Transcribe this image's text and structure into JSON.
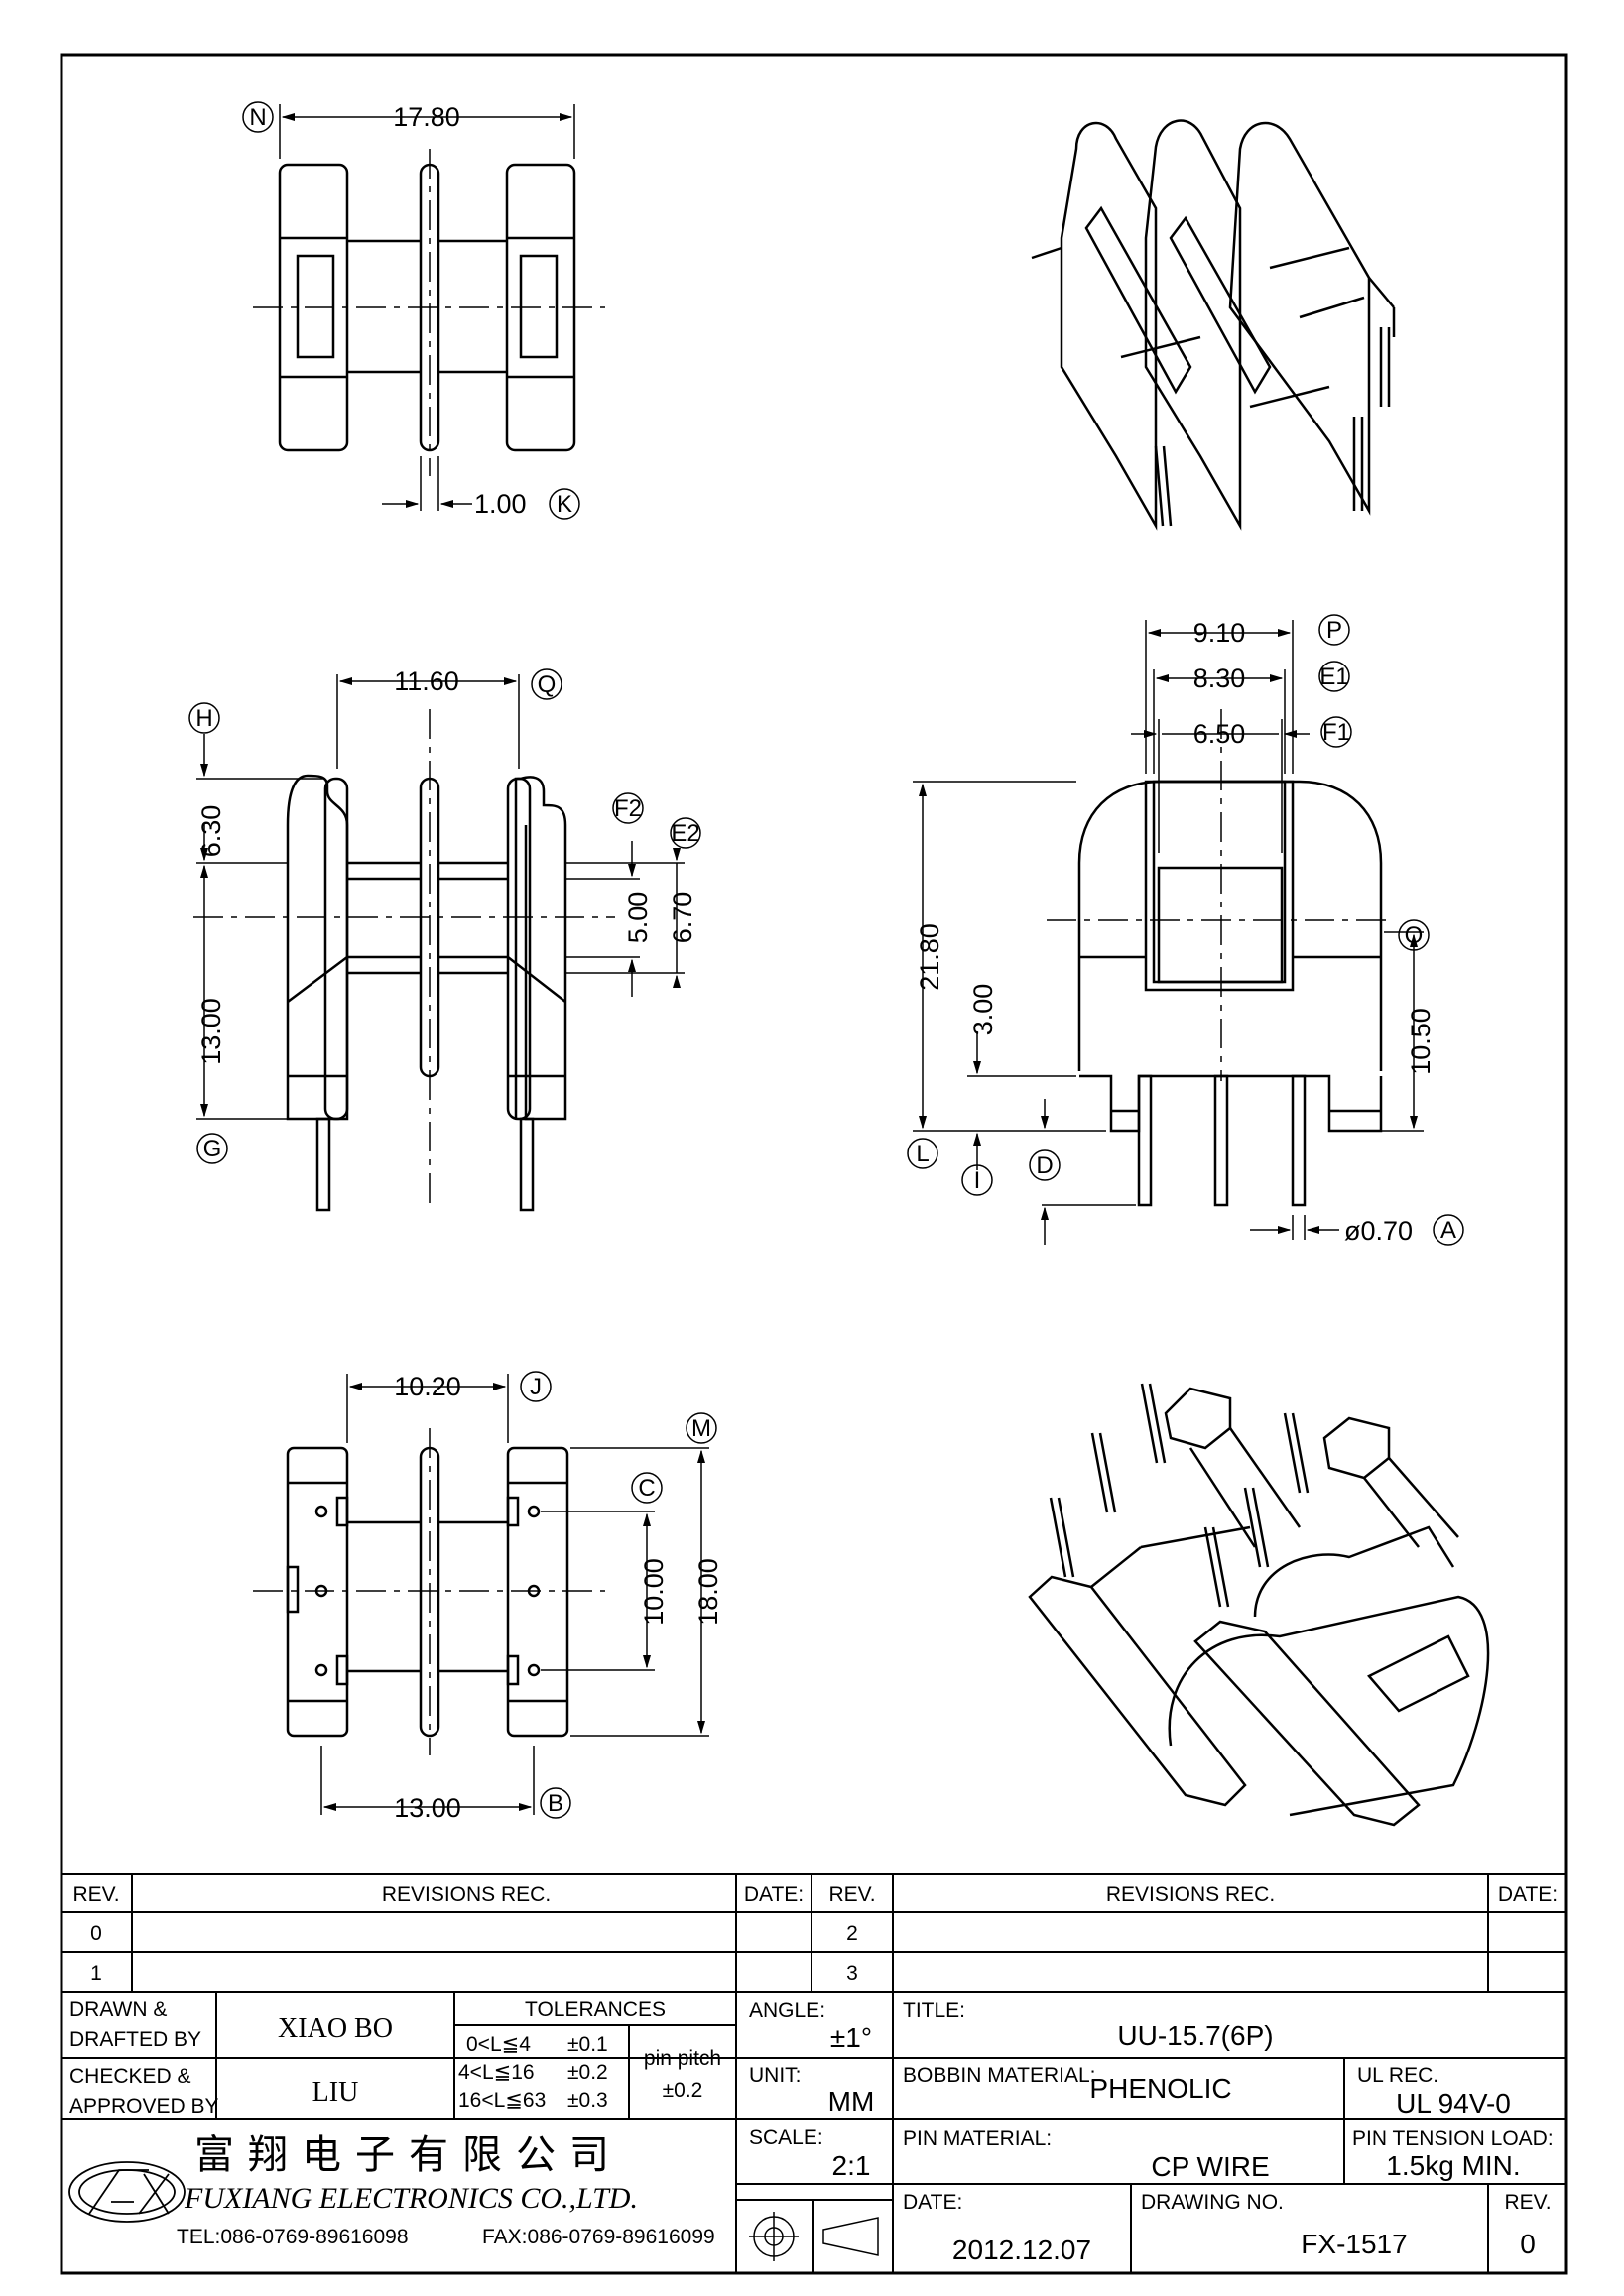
{
  "views": {
    "top": {
      "dim_width": "17.80",
      "dim_flange": "1.00",
      "label_left": "N",
      "label_right": "K"
    },
    "side": {
      "dim_top": "11.60",
      "label_top": "Q",
      "dim_upper": "6.30",
      "label_upper": "H",
      "dim_lower": "13.00",
      "label_lower": "G",
      "dim_core": "5.00",
      "label_core": "F2",
      "dim_core_outer": "6.70",
      "label_core_outer": "E2"
    },
    "front": {
      "dim_w1": "9.10",
      "label_w1": "P",
      "dim_w2": "8.30",
      "label_w2": "E1",
      "dim_w3": "6.50",
      "label_w3": "F1",
      "dim_height": "21.80",
      "label_height": "O",
      "dim_center": "10.50",
      "dim_base": "3.00",
      "label_base": "L",
      "label_I": "I",
      "label_D": "D",
      "dim_pin": "ø0.70",
      "label_pin": "A"
    },
    "bottom": {
      "dim_top": "10.20",
      "label_top": "J",
      "dim_outer": "18.00",
      "label_outer": "M",
      "dim_pitch": "10.00",
      "label_pitch": "C",
      "dim_bottom": "13.00",
      "label_bottom": "B"
    }
  },
  "title_block": {
    "rev_header": "REV.",
    "revisions_header": "REVISIONS   REC.",
    "date_header": "DATE:",
    "rev_left": [
      "0",
      "1"
    ],
    "rev_right": [
      "2",
      "3"
    ],
    "drawn_label": "DRAWN  &\nDRAFTED  BY",
    "drawn_value": "XIAO BO",
    "checked_label": "CHECKED  &\nAPPROVED  BY",
    "checked_value": "LIU",
    "tolerances_header": "TOLERANCES",
    "tolerances": [
      {
        "range": "0<L≦4",
        "tol": "±0.1"
      },
      {
        "range": "4<L≦16",
        "tol": "±0.2"
      },
      {
        "range": "16<L≦63",
        "tol": "±0.3"
      }
    ],
    "pin_pitch_label": "pin  pitch",
    "pin_pitch_tol": "±0.2",
    "angle_label": "ANGLE:",
    "angle_value": "±1°",
    "unit_label": "UNIT:",
    "unit_value": "MM",
    "scale_label": "SCALE:",
    "scale_value": "2:1",
    "title_label": "TITLE:",
    "title_value": "UU-15.7(6P)",
    "bobbin_label": "BOBBIN  MATERIAL:",
    "bobbin_value": "PHENOLIC",
    "ul_label": "UL  REC.",
    "ul_value": "UL  94V-0",
    "pin_mat_label": "PIN  MATERIAL:",
    "pin_mat_value": "CP  WIRE",
    "tension_label": "PIN  TENSION  LOAD:",
    "tension_value": "1.5kg  MIN.",
    "date_label": "DATE:",
    "date_value": "2012.12.07",
    "drawing_no_label": "DRAWING  NO.",
    "drawing_no_value": "FX-1517",
    "rev_label": "REV.",
    "rev_value": "0",
    "company_cn": "富翔电子有限公司",
    "company_en": "FUXIANG  ELECTRONICS  CO.,LTD.",
    "tel": "TEL:086-0769-89616098",
    "fax": "FAX:086-0769-89616099"
  }
}
